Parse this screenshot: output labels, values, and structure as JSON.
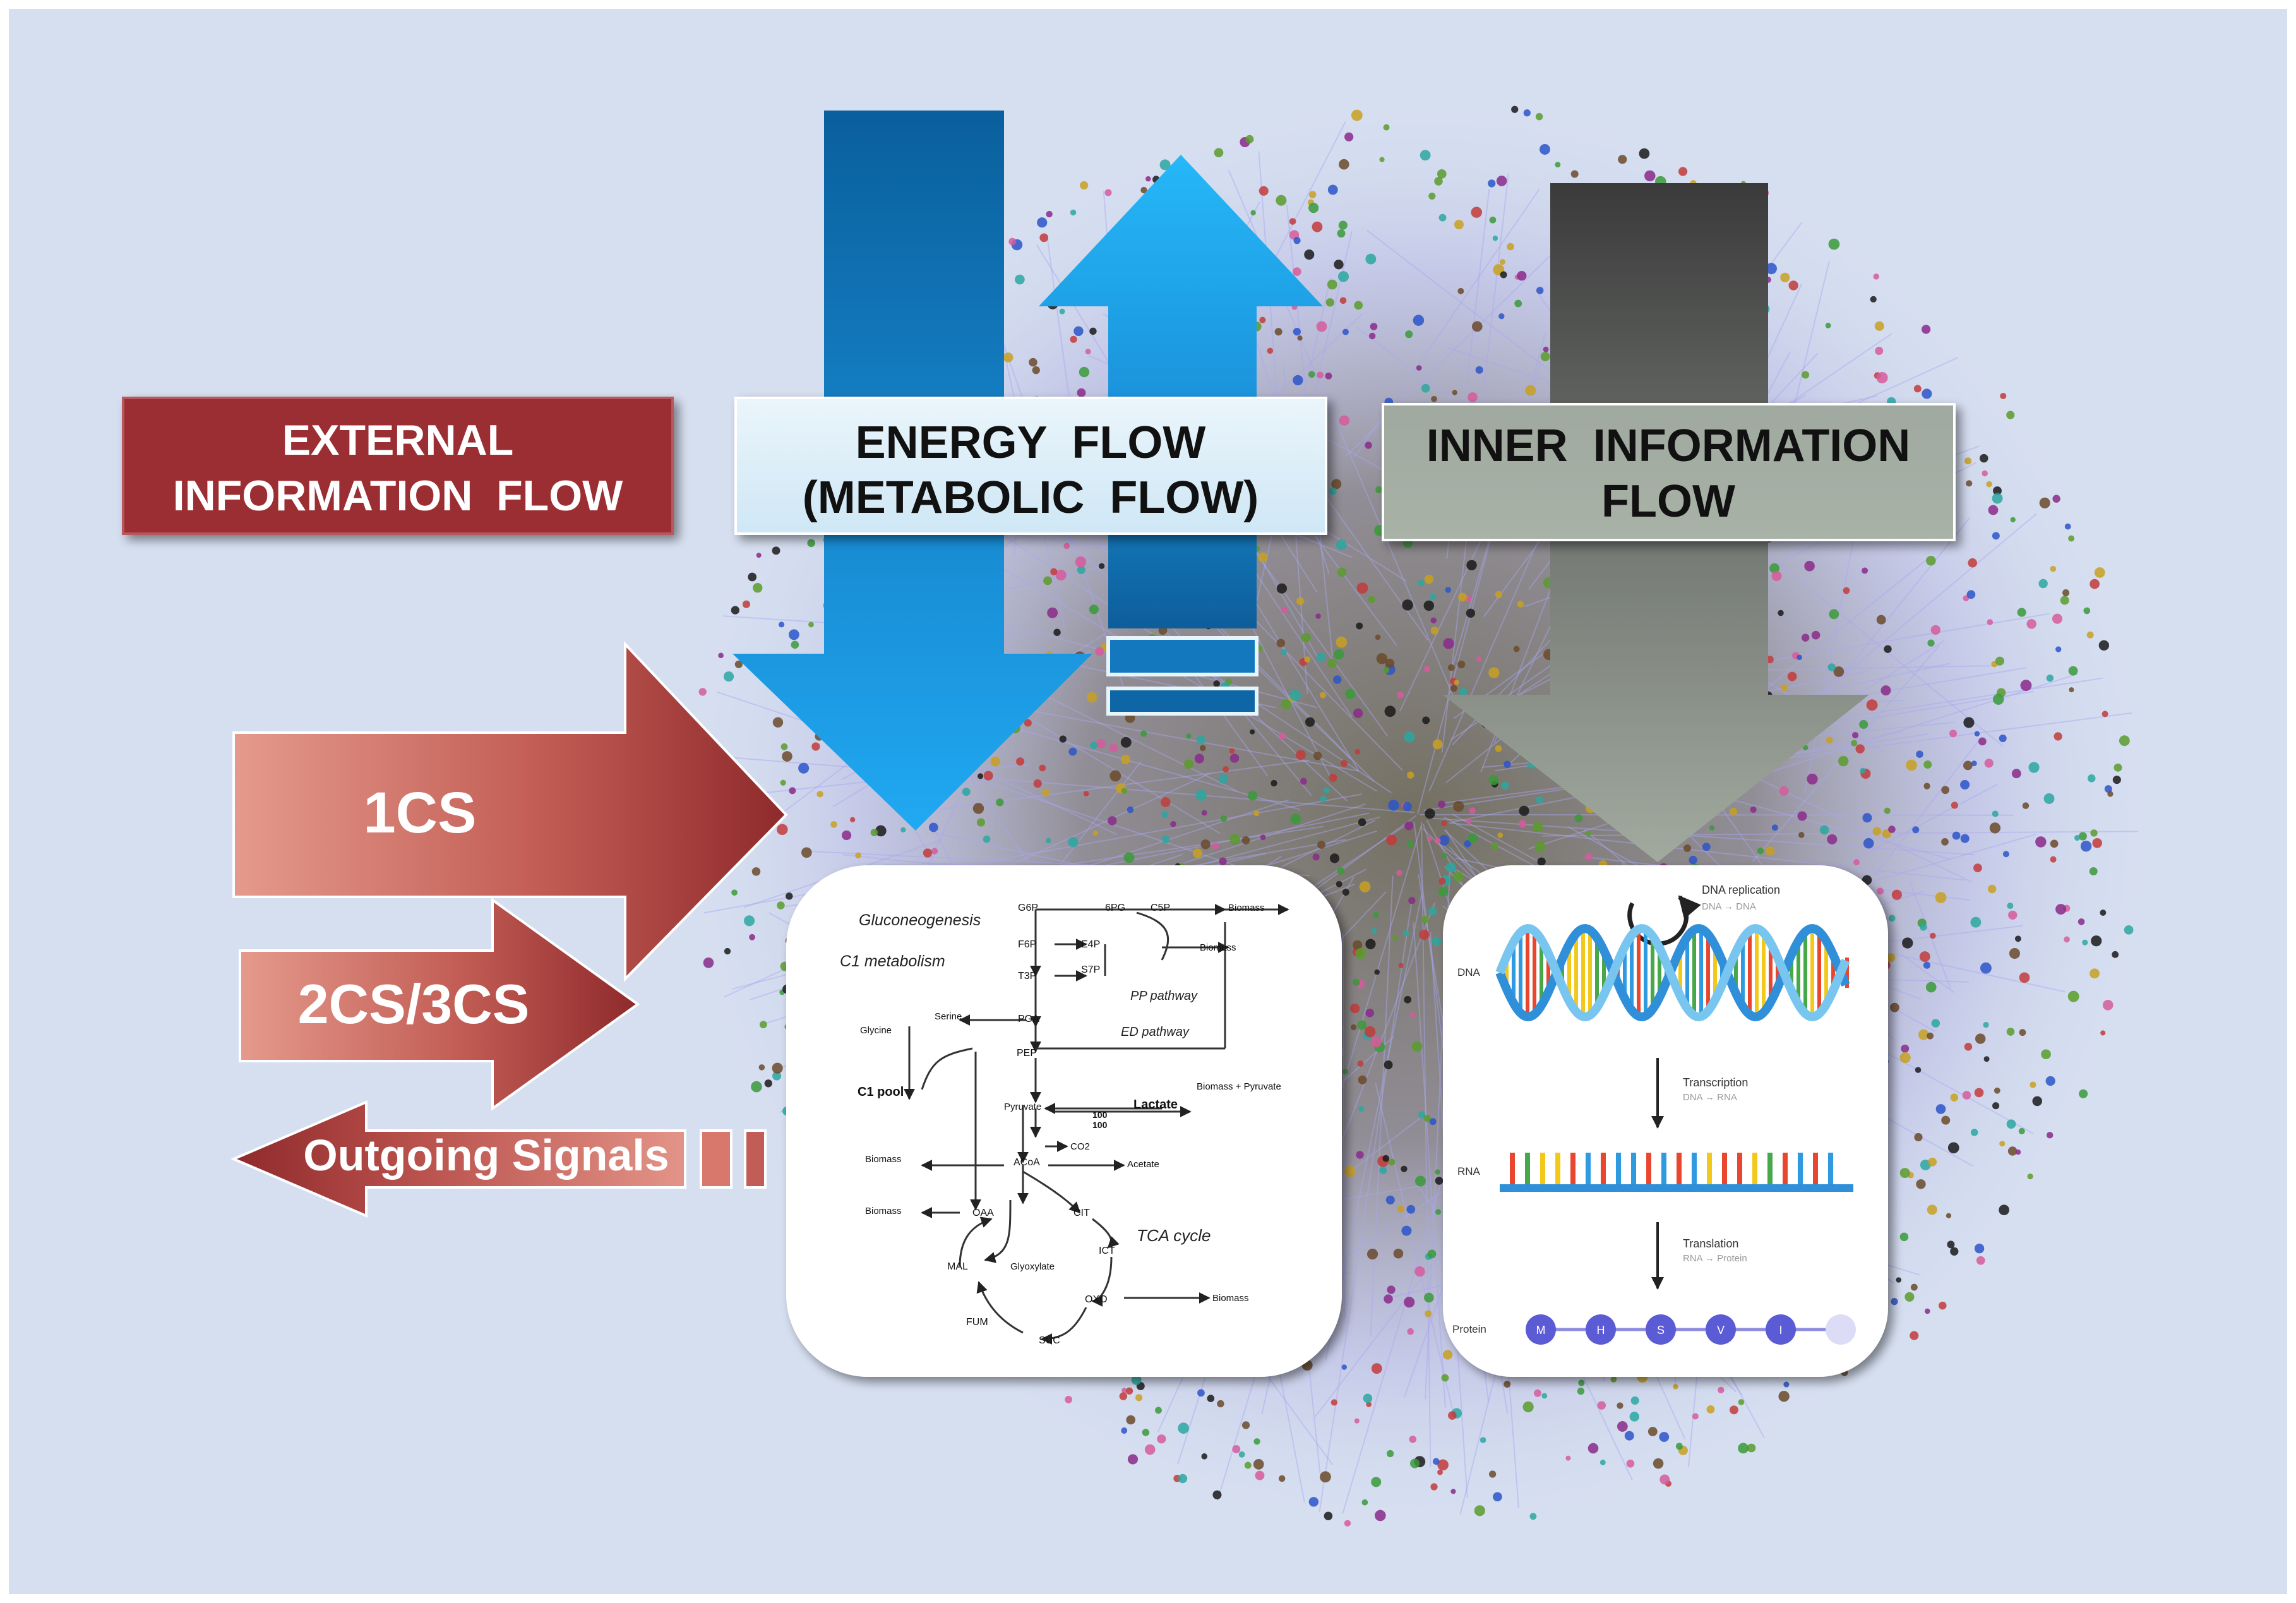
{
  "colors": {
    "background": "#d6dff0",
    "external_red": "#9b2f33",
    "energy_blue": "#1fa3ea",
    "energy_dark_blue": "#0a5f9c",
    "inner_gray": "#9aa39a",
    "inner_dark": "#3c3c3c"
  },
  "external_flow": {
    "line1": "EXTERNAL",
    "line2": "INFORMATION  FLOW"
  },
  "energy_flow": {
    "line1": "ENERGY  FLOW",
    "line2": "(METABOLIC  FLOW)"
  },
  "inner_flow": {
    "line1": "INNER  INFORMATION",
    "line2": "FLOW"
  },
  "signals": {
    "one_cs": "1CS",
    "two_three_cs": "2CS/3CS",
    "outgoing": "Outgoing Signals"
  },
  "metabolic_panel": {
    "gluconeogenesis": "Gluconeogenesis",
    "c1_metabolism": "C1 metabolism",
    "c1_pool": "C1 pool",
    "pp_pathway": "PP pathway",
    "ed_pathway": "ED pathway",
    "tca_cycle": "TCA cycle",
    "lactate": "Lactate",
    "labels": {
      "g6p": "G6P",
      "f6p": "F6P",
      "t3p": "T3P",
      "e4p": "E4P",
      "s7p": "S7P",
      "sixpg": "6PG",
      "c5p": "C5P",
      "pga": "PGA",
      "pep": "PEP",
      "pyruvate": "Pyruvate",
      "acoa": "ACoA",
      "oaa": "OAA",
      "cit": "CIT",
      "ict": "ICT",
      "oxo": "OXO",
      "suc": "SUC",
      "fum": "FUM",
      "mal": "MAL",
      "glyoxylate": "Glyoxylate",
      "serine": "Serine",
      "glycine": "Glycine",
      "co2": "CO2",
      "acetate": "Acetate",
      "biomass": "Biomass",
      "biomass_pyruvate": "Biomass + Pyruvate",
      "lactate_flux": "100",
      "lactate_flux2": "100"
    }
  },
  "dna_panel": {
    "dna_replication": "DNA replication",
    "dna_to_dna": "DNA → DNA",
    "dna": "DNA",
    "transcription": "Transcription",
    "dna_to_rna": "DNA → RNA",
    "rna": "RNA",
    "translation": "Translation",
    "rna_to_protein": "RNA → Protein",
    "protein": "Protein",
    "amino_acids": [
      "M",
      "H",
      "S",
      "V",
      "I"
    ]
  }
}
